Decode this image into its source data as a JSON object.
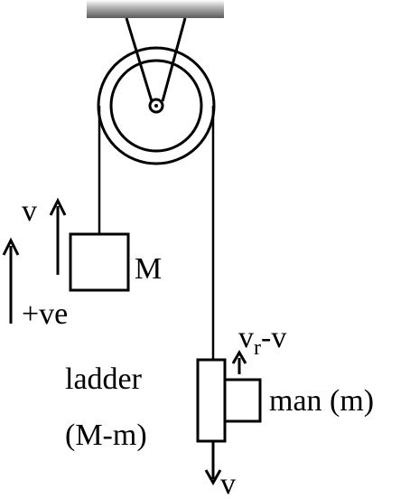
{
  "labels": {
    "mass_block": "M",
    "velocity_left": "v",
    "positive_direction": "+ve",
    "relative_velocity_base": "v",
    "relative_velocity_sub": "r",
    "relative_velocity_rest": "-v",
    "ladder_name": "ladder",
    "ladder_mass": "(M-m)",
    "man": "man (m)",
    "velocity_down": "v"
  }
}
